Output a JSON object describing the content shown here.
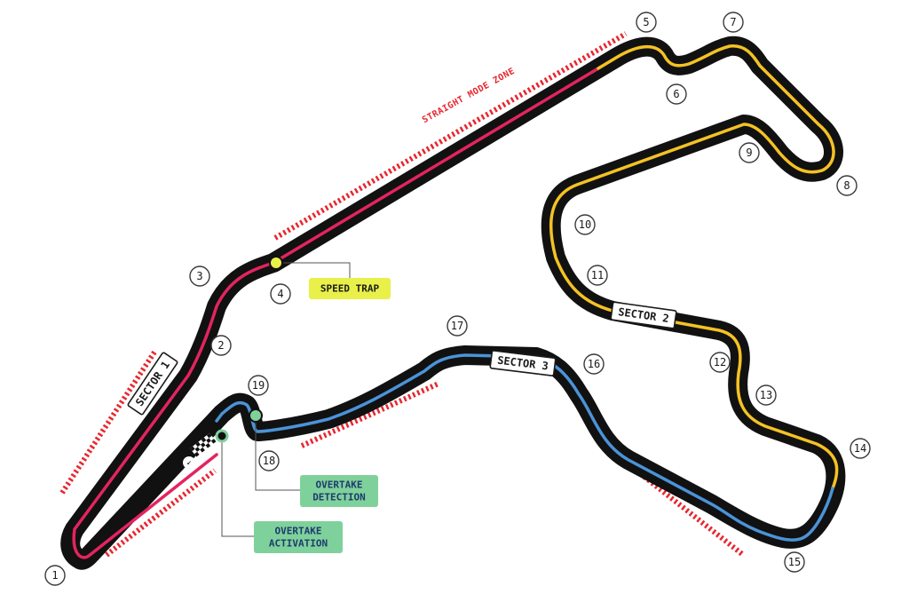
{
  "colors": {
    "track": "#111111",
    "sector1": "#e3245f",
    "sector2": "#f4c224",
    "sector3": "#4b93d8",
    "straight_zone": "#e8262e",
    "speed_trap_fill": "#e9f04a",
    "overtake_fill": "#7fd19b",
    "overtake_text": "#1e3a6e"
  },
  "labels": {
    "straight_mode_zone": "STRAIGHT MODE ZONE",
    "speed_trap": "SPEED TRAP",
    "overtake_detection_line1": "OVERTAKE",
    "overtake_detection_line2": "DETECTION",
    "overtake_activation_line1": "OVERTAKE",
    "overtake_activation_line2": "ACTIVATION"
  },
  "sectors": [
    {
      "id": "s1",
      "label": "SECTOR 1"
    },
    {
      "id": "s2",
      "label": "SECTOR 2"
    },
    {
      "id": "s3",
      "label": "SECTOR 3"
    }
  ],
  "turns": [
    "1",
    "2",
    "3",
    "4",
    "5",
    "6",
    "7",
    "8",
    "9",
    "10",
    "11",
    "12",
    "13",
    "14",
    "15",
    "16",
    "17",
    "18",
    "19"
  ],
  "icons": {
    "start_finish": "checkered-flag-icon",
    "speed_trap_marker": "dot-icon",
    "overtake_marker": "ring-icon"
  }
}
